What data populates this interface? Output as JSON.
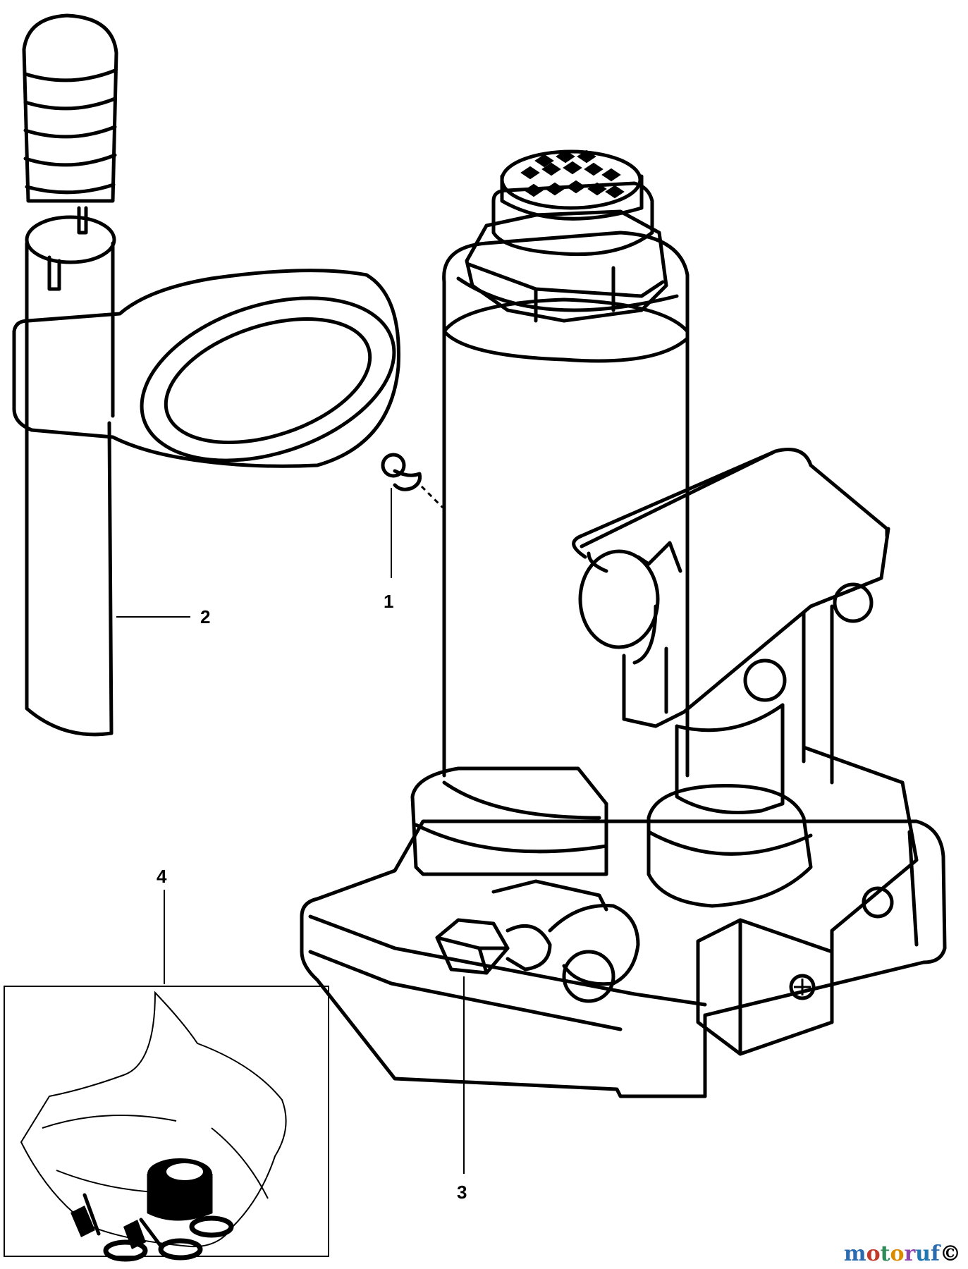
{
  "callouts": [
    {
      "id": "1",
      "label": "1"
    },
    {
      "id": "2",
      "label": "2"
    },
    {
      "id": "3",
      "label": "3"
    },
    {
      "id": "4",
      "label": "4"
    }
  ],
  "watermark": {
    "text": "motoruf",
    "symbol": "©",
    "letter_colors": [
      "#2b6cb0",
      "#c0392b",
      "#2e8b57",
      "#d98c00",
      "#8e44ad",
      "#1f78b4"
    ]
  },
  "parts": [
    {
      "callout": "1",
      "icon": "screw-plug-icon"
    },
    {
      "callout": "2",
      "icon": "jack-handle-icon"
    },
    {
      "callout": "3",
      "icon": "release-valve-icon"
    },
    {
      "callout": "4",
      "icon": "seal-kit-icon"
    }
  ]
}
